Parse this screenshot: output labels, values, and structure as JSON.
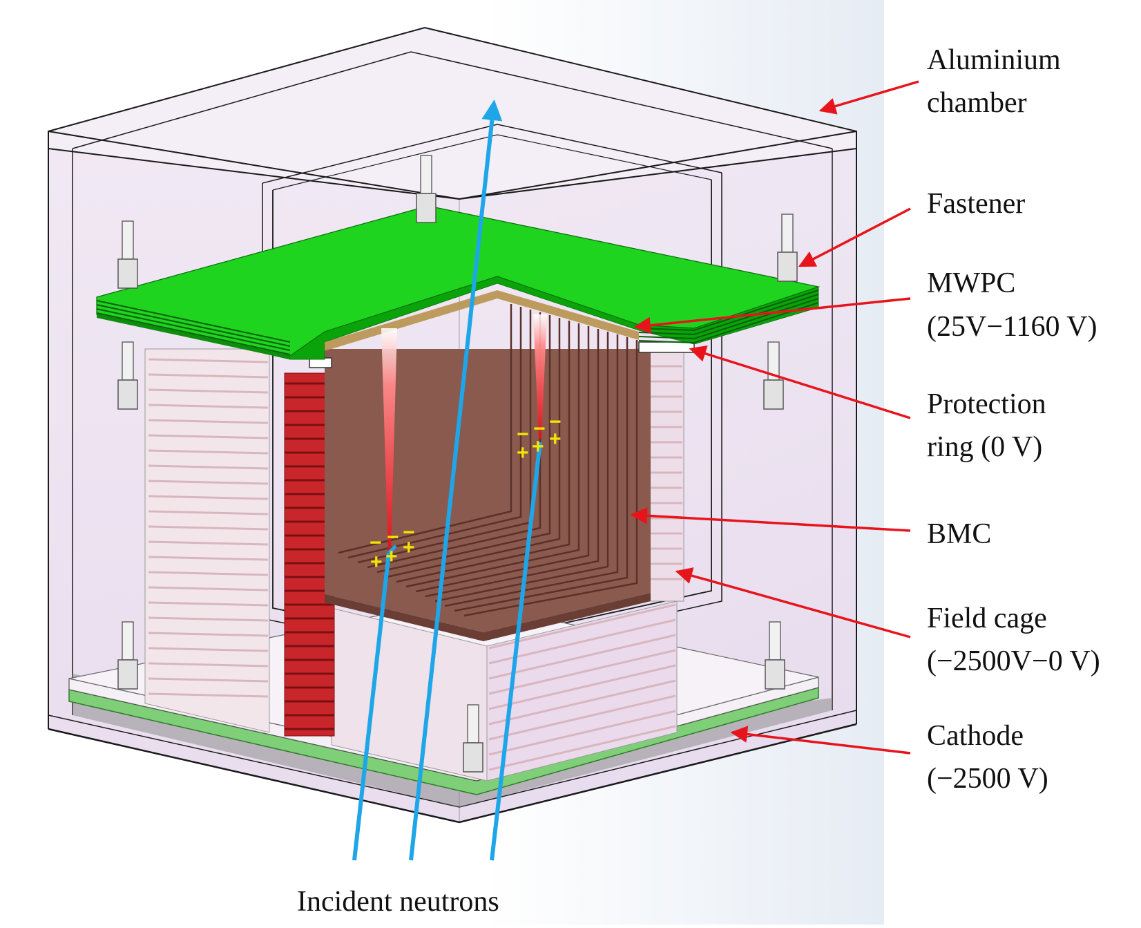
{
  "labels": {
    "aluminium_chamber": [
      "Aluminium",
      "chamber"
    ],
    "fastener": [
      "Fastener"
    ],
    "mwpc": [
      "MWPC",
      "(25V−1160 V)"
    ],
    "protection_ring": [
      "Protection",
      "ring (0 V)"
    ],
    "bmc": [
      "BMC"
    ],
    "field_cage": [
      "Field cage",
      "(−2500V−0 V)"
    ],
    "cathode": [
      "Cathode",
      "(−2500 V)"
    ]
  },
  "incident_label": "Incident neutrons",
  "charges": {
    "minus": "−",
    "plus": "+"
  },
  "colors": {
    "arrow": "#e8141c",
    "neutron": "#1ea6e8",
    "mwpc": "#1fd41f",
    "bmc": "#8a5a4e",
    "field_cage": "#c8262a",
    "chamber": "#e9dcee",
    "charge": "#f2e600"
  }
}
